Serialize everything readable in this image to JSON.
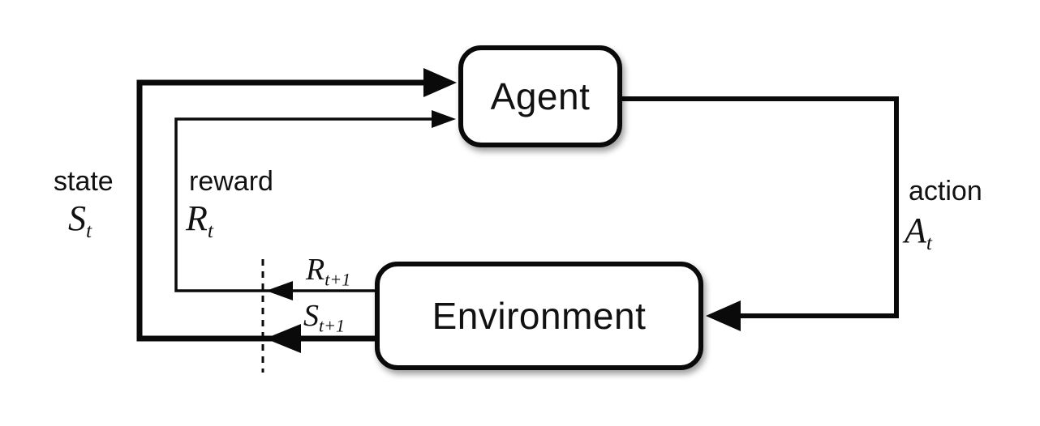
{
  "diagram": {
    "description": "Agent-environment interaction loop in reinforcement learning",
    "nodes": {
      "agent": {
        "label": "Agent"
      },
      "environment": {
        "label": "Environment"
      }
    },
    "labels": {
      "state": {
        "word": "state",
        "symbol": "S",
        "subscript": "t"
      },
      "reward": {
        "word": "reward",
        "symbol": "R",
        "subscript": "t"
      },
      "action": {
        "word": "action",
        "symbol": "A",
        "subscript": "t"
      },
      "next_reward": {
        "symbol": "R",
        "subscript": "t+1"
      },
      "next_state": {
        "symbol": "S",
        "subscript": "t+1"
      }
    },
    "colors": {
      "line": "#0a0a0a",
      "box_fill": "#ffffff",
      "background": "#ffffff"
    }
  }
}
